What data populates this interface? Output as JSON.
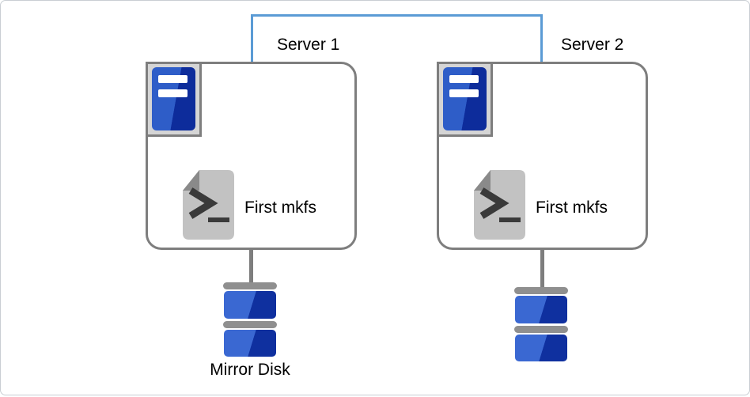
{
  "colors": {
    "canvas_border": "#c9ced3",
    "connector_blue": "#5b9bd5",
    "box_border": "#7e7e7e",
    "icon_frame_fill": "#d5d5d5",
    "server_blue_light": "#2e5dc8",
    "server_blue_dark": "#0d2c9b",
    "disk_blue_light": "#3a68d2",
    "disk_blue_dark": "#0f309f",
    "disk_bar_gray": "#8f8f8f",
    "script_body": "#c2c2c2",
    "script_fold": "#8a8a8a",
    "script_glyph": "#3a3a3a"
  },
  "icons": {
    "server": "server-tower-icon",
    "script": "terminal-script-icon",
    "disk": "mirror-disk-icon"
  },
  "servers": [
    {
      "label": "Server 1",
      "script_label": "First mkfs",
      "disk_label": "Mirror Disk"
    },
    {
      "label": "Server 2",
      "script_label": "First mkfs",
      "disk_label": ""
    }
  ]
}
